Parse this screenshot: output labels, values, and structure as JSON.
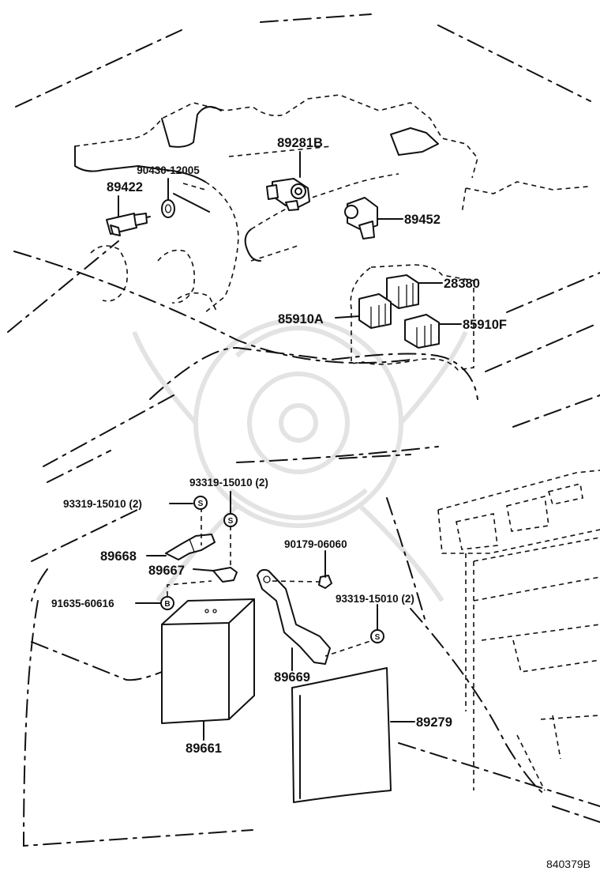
{
  "diagram_code": "840379B",
  "symbols": {
    "S": "S",
    "B": "B"
  },
  "parts": [
    {
      "id": "p89281b",
      "number": "89281B"
    },
    {
      "id": "p90430",
      "number": "90430-12005"
    },
    {
      "id": "p89422",
      "number": "89422"
    },
    {
      "id": "p89452",
      "number": "89452"
    },
    {
      "id": "p28380",
      "number": "28380"
    },
    {
      "id": "p85910a",
      "number": "85910A"
    },
    {
      "id": "p85910f",
      "number": "85910F"
    },
    {
      "id": "p93319a",
      "number": "93319-15010 (2)"
    },
    {
      "id": "p93319b",
      "number": "93319-15010 (2)"
    },
    {
      "id": "p89668",
      "number": "89668"
    },
    {
      "id": "p89667",
      "number": "89667"
    },
    {
      "id": "p90179",
      "number": "90179-06060"
    },
    {
      "id": "p93319c",
      "number": "93319-15010 (2)"
    },
    {
      "id": "p91635",
      "number": "91635-60616"
    },
    {
      "id": "p89669",
      "number": "89669"
    },
    {
      "id": "p89279",
      "number": "89279"
    },
    {
      "id": "p89661",
      "number": "89661"
    }
  ]
}
